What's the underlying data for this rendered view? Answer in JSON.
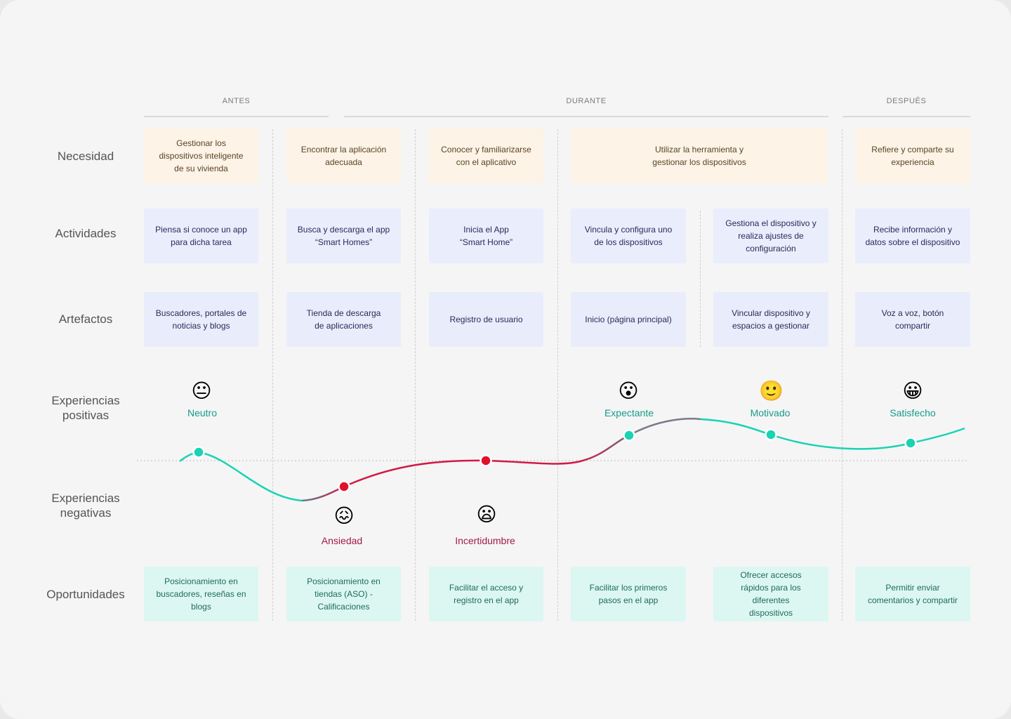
{
  "phases": {
    "antes": "ANTES",
    "durante": "DURANTE",
    "despues": "DESPUÉS"
  },
  "rows": {
    "necesidad": "Necesidad",
    "actividades": "Actividades",
    "artefactos": "Artefactos",
    "exp_pos_1": "Experiencias",
    "exp_pos_2": "positivas",
    "exp_neg_1": "Experiencias",
    "exp_neg_2": "negativas",
    "oportunidades": "Oportunidades"
  },
  "necesidades": [
    "Gestionar los dispositivos inteligente de su vivienda",
    "Encontrar la aplicación adecuada",
    "Conocer y familiarizarse con el aplicativo",
    "Utilizar la herramienta y gestionar los dispositivos",
    "Refiere y comparte su experiencia"
  ],
  "actividades": [
    "Piensa si conoce un app para dicha tarea",
    "Busca y descarga el app “Smart Homes”",
    "Inicia el App “Smart Home”",
    "Vincula y configura uno de los dispositivos",
    "Gestiona el dispositivo y realiza ajustes de configuración",
    "Recibe información y datos sobre el dispositivo"
  ],
  "artefactos": [
    "Buscadores, portales de noticias y blogs",
    "Tienda de descarga de aplicaciones",
    "Registro de usuario",
    "Inicio (página principal)",
    "Vincular dispositivo y espacios a gestionar",
    "Voz a voz, botón compartir"
  ],
  "oportunidades": [
    "Posicionamiento en buscadores, reseñas en blogs",
    "Posicionamiento en tiendas (ASO) - Calificaciones",
    "Facilitar el acceso y registro en el app",
    "Facilitar los primeros pasos en el app",
    "Ofrecer accesos rápidos para los diferentes dispositivos",
    "Permitir enviar comentarios y compartir"
  ],
  "emociones": [
    {
      "label": "Neutro",
      "emoji": "😐",
      "tone": "positive"
    },
    {
      "label": "Ansiedad",
      "emoji": "😖",
      "tone": "negative"
    },
    {
      "label": "Incertidumbre",
      "emoji": "😦",
      "tone": "negative"
    },
    {
      "label": "Expectante",
      "emoji": "😮",
      "tone": "positive"
    },
    {
      "label": "Motivado",
      "emoji": "🙂",
      "tone": "positive"
    },
    {
      "label": "Satisfecho",
      "emoji": "😀",
      "tone": "positive"
    }
  ],
  "colors": {
    "positive": "#19d3b3",
    "negative": "#d11a45",
    "transition": "#6f6f7f",
    "neg_dot": "#e0112b"
  }
}
